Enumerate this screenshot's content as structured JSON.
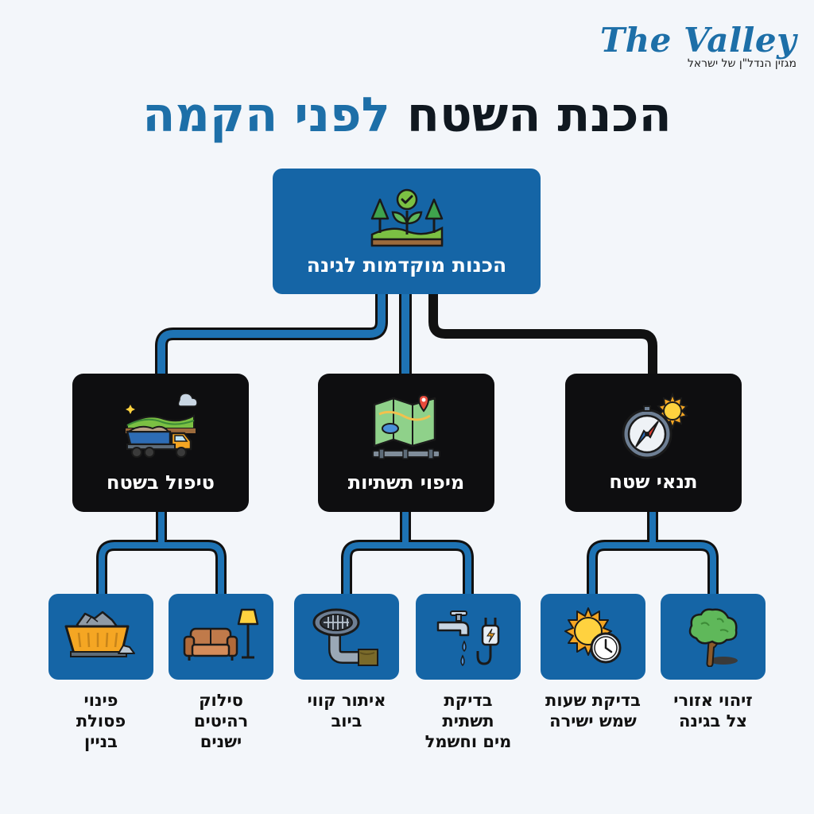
{
  "brand": {
    "name": "The Valley",
    "tagline": "מגזין הנדל\"ן של ישראל"
  },
  "title": {
    "part1": "הכנת השטח",
    "part2": "לפני הקמה"
  },
  "root": {
    "label": "הכנות מוקדמות לגינה",
    "icon": "garden-plants-icon"
  },
  "categories": [
    {
      "label": "תנאי שטח",
      "icon": "compass-sun-icon",
      "children": [
        {
          "lines": [
            "זיהוי אזורי",
            "צל בגינה"
          ],
          "icon": "tree-icon"
        },
        {
          "lines": [
            "בדיקת שעות",
            "שמש ישירה"
          ],
          "icon": "sun-clock-icon"
        }
      ]
    },
    {
      "label": "מיפוי תשתיות",
      "icon": "map-pipes-icon",
      "children": [
        {
          "lines": [
            "בדיקת",
            "תשתית",
            "מים וחשמל"
          ],
          "icon": "faucet-plug-icon"
        },
        {
          "lines": [
            "איתור קווי",
            "ביוב"
          ],
          "icon": "drain-pipe-icon"
        }
      ]
    },
    {
      "label": "טיפול בשטח",
      "icon": "dump-truck-icon",
      "children": [
        {
          "lines": [
            "סילוק",
            "רהיטים",
            "ישנים"
          ],
          "icon": "sofa-lamp-icon"
        },
        {
          "lines": [
            "פינוי",
            "פסולת",
            "בניין"
          ],
          "icon": "debris-container-icon"
        }
      ]
    }
  ],
  "colors": {
    "blue": "#1565a6",
    "black": "#0e0e10",
    "background": "#f3f6fa",
    "connector_dark": "#111111"
  }
}
